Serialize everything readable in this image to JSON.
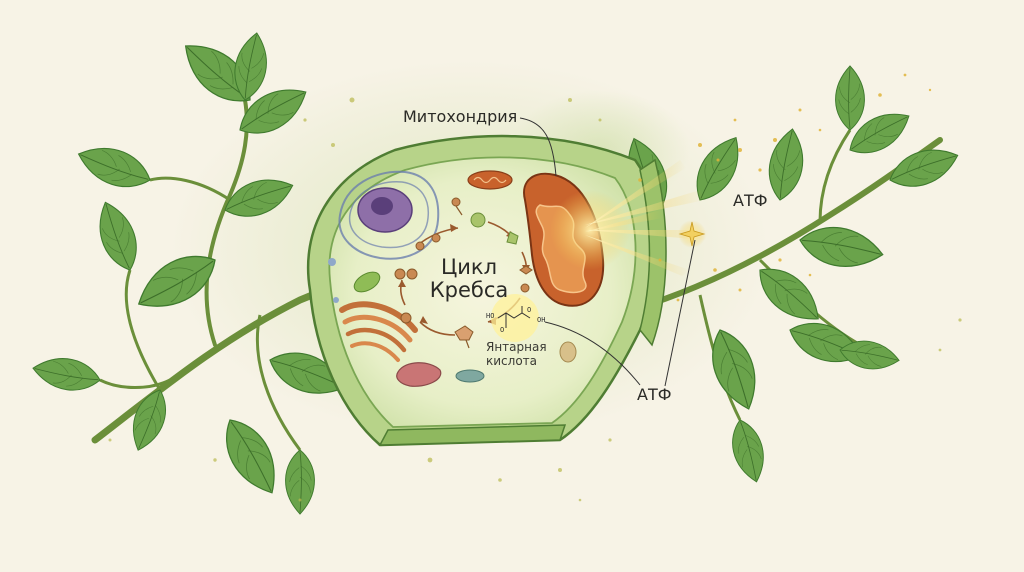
{
  "labels": {
    "mitochondria": "Митохондрия",
    "atp_right": "АТФ",
    "atp_bottom": "АТФ",
    "krebs_line1": "Цикл",
    "krebs_line2": "Кребса",
    "succinic_line1": "Янтарная",
    "succinic_line2": "кислота"
  },
  "chem": {
    "ho": "HO",
    "oh": "OH",
    "o1": "O",
    "o2": "O"
  },
  "colors": {
    "background": "#f7f3e6",
    "leaf": "#5f9a45",
    "leaf_light": "#a9cd7c",
    "cell_fill": "#d6e6b4",
    "cytoplasm": "#eef2d4",
    "nucleus": "#8e6fa8",
    "mitochondrion": "#c8622c",
    "golgi": "#c2703a",
    "atp_glow": "#f2c94c",
    "cycle_node": "#c98952"
  }
}
